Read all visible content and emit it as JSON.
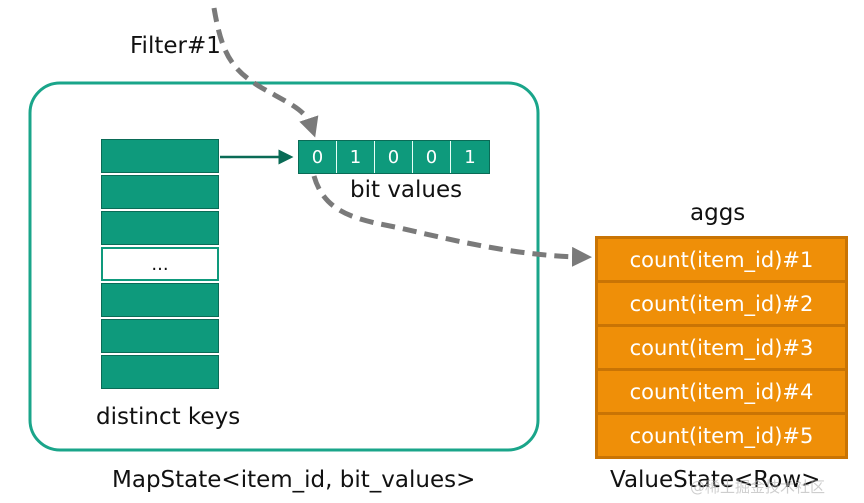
{
  "filter_label": "Filter#1",
  "mapstate_label": "MapState<item_id, bit_values>",
  "valuestate_label": "ValueState<Row>",
  "distinct_keys_label": "distinct keys",
  "key_ellipsis": "...",
  "bit_values_label": "bit values",
  "bits": [
    "0",
    "1",
    "0",
    "0",
    "1"
  ],
  "aggs_label": "aggs",
  "aggs": [
    "count(item_id)#1",
    "count(item_id)#2",
    "count(item_id)#3",
    "count(item_id)#4",
    "count(item_id)#5"
  ],
  "watermark": "@稀土掘金技术社区",
  "colors": {
    "teal": "#0e9a7c",
    "border_teal": "#1aa58a",
    "orange": "#ef8f08",
    "arrow_gray": "#7a7a7a"
  }
}
